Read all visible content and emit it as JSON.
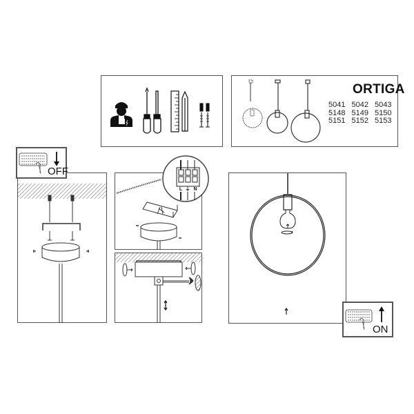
{
  "tools_panel": {
    "icons": [
      "electrician-icon",
      "flathead-screwdriver-icon",
      "phillips-screwdriver-icon",
      "ruler-icon",
      "pencil-icon",
      "wall-plug-screw-icon"
    ]
  },
  "product_panel": {
    "title": "ORTIGA",
    "model_codes": [
      [
        "5041",
        "5042",
        "5043"
      ],
      [
        "5148",
        "5149",
        "5150"
      ],
      [
        "5151",
        "5152",
        "5153"
      ]
    ],
    "variants": [
      "small-ring-pendant",
      "medium-ring-pendant",
      "large-ring-pendant"
    ]
  },
  "steps": {
    "switch_off_label": "OFF",
    "switch_on_label": "ON",
    "terminal_labels": [
      "L",
      "⏚",
      "N"
    ]
  },
  "colors": {
    "line": "#333333",
    "frame": "#555555",
    "hatch": "#777777"
  }
}
